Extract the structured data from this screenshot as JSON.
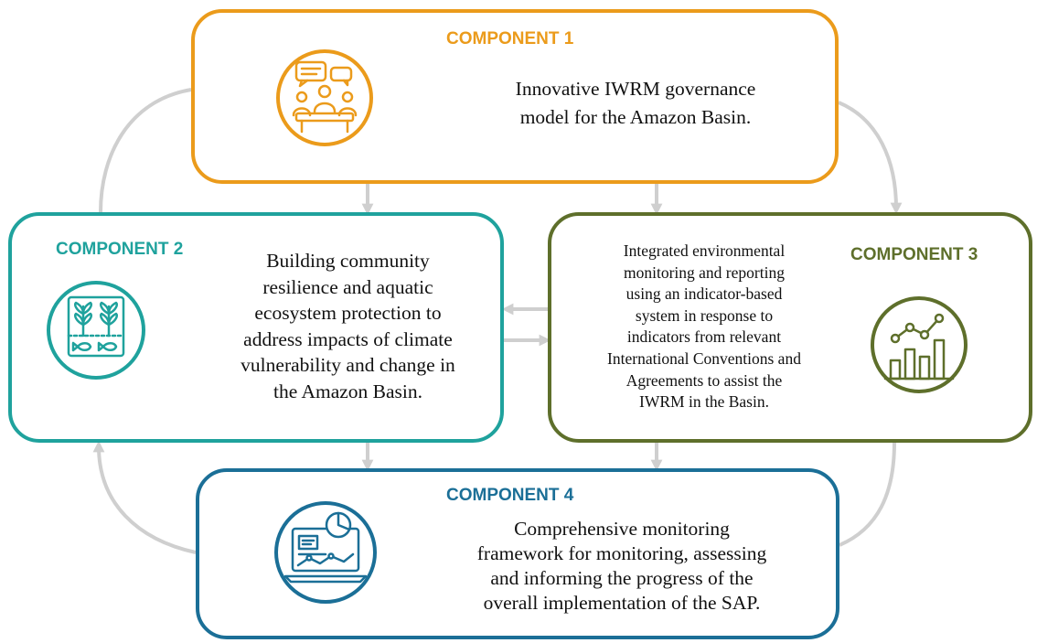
{
  "colors": {
    "component_1": "#eb9b1b",
    "component_2": "#1fa29d",
    "component_3": "#5e6f2b",
    "component_4": "#1b6f97",
    "connector": "#cfcfcf"
  },
  "components": [
    {
      "label": "COMPONENT 1",
      "description_lines": [
        "Innovative IWRM governance",
        "model for the Amazon Basin."
      ],
      "icon": "meeting-discussion-icon"
    },
    {
      "label": "COMPONENT 2",
      "description_lines": [
        "Building community",
        "resilience and aquatic",
        "ecosystem protection to",
        "address impacts of climate",
        "vulnerability and change in",
        "the Amazon Basin."
      ],
      "icon": "plants-and-fish-icon"
    },
    {
      "label": "COMPONENT 3",
      "description_lines": [
        "Integrated environmental",
        "monitoring and reporting",
        "using an indicator-based",
        "system in response to",
        "indicators from relevant",
        "International Conventions and",
        "Agreements to assist the",
        "IWRM in the Basin."
      ],
      "icon": "growth-chart-icon"
    },
    {
      "label": "COMPONENT 4",
      "description_lines": [
        "Comprehensive monitoring",
        "framework for monitoring, assessing",
        "and informing the progress of the",
        "overall implementation of the SAP."
      ],
      "icon": "laptop-dashboard-icon"
    }
  ]
}
